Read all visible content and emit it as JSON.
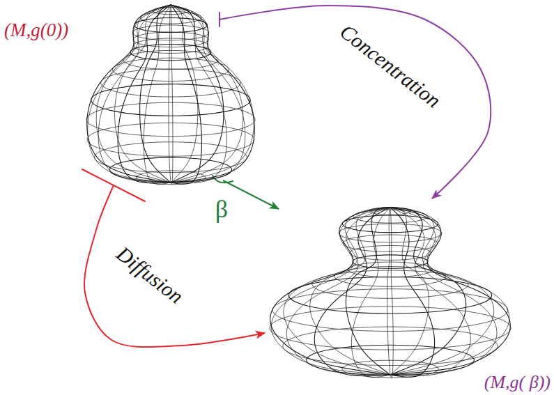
{
  "diagram": {
    "nodes": [
      {
        "text": [
          "(M,g(0))"
        ]
      },
      {
        "text": [
          "(M,g( β))"
        ]
      }
    ],
    "edges": [
      {
        "from": 0,
        "to": 1,
        "arrow": "to",
        "label": "Concentration"
      },
      {
        "from": 0,
        "to": 1,
        "arrow": "to",
        "label": "Diffusion"
      },
      {
        "from": 0,
        "to": 1,
        "arrow": "to",
        "label": "β"
      }
    ]
  }
}
